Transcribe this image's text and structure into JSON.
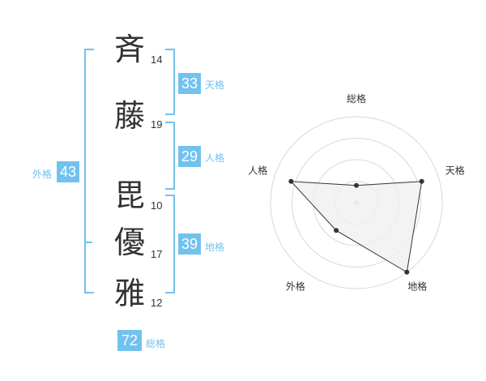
{
  "name": [
    {
      "char": "斉",
      "strokes": "14"
    },
    {
      "char": "藤",
      "strokes": "19"
    },
    {
      "char": "毘",
      "strokes": "10"
    },
    {
      "char": "優",
      "strokes": "17"
    },
    {
      "char": "雅",
      "strokes": "12"
    }
  ],
  "fortune": {
    "tenkaku": {
      "value": "33",
      "label": "天格"
    },
    "jinkaku": {
      "value": "29",
      "label": "人格"
    },
    "chikaku": {
      "value": "39",
      "label": "地格"
    },
    "gaikaku": {
      "value": "43",
      "label": "外格"
    },
    "soukaku": {
      "value": "72",
      "label": "総格"
    }
  },
  "chart_data": {
    "type": "radar",
    "axes": [
      "総格",
      "天格",
      "地格",
      "外格",
      "人格"
    ],
    "values": [
      1,
      4,
      5,
      2,
      4
    ],
    "max": 5,
    "rings": 4,
    "colors": {
      "fill": "#f0f0f0",
      "line": "#333333",
      "grid": "#d8d8d8",
      "dot": "#333333",
      "center": "#cccccc"
    }
  },
  "colors": {
    "accent": "#72c2ef",
    "text": "#333333"
  }
}
